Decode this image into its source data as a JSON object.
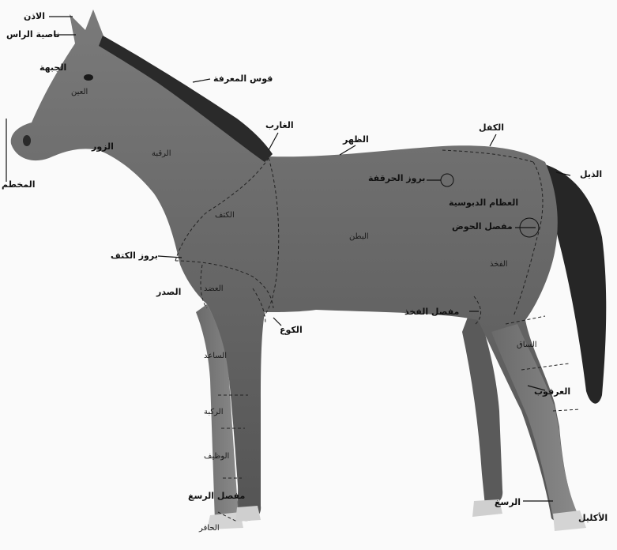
{
  "labels": {
    "ear": "الاذن",
    "forelock": "ناصية الراس",
    "forehead": "الجبهة",
    "eye": "العين",
    "crest": "قوس المعرفة",
    "cheek": "الزور",
    "neck": "الرقبة",
    "muzzle": "المخطم",
    "withers": "الغارب",
    "back": "الظهر",
    "croup": "الكفل",
    "tail": "الذيل",
    "hip_point": "بروز الحرقفة",
    "buttock": "العظام الدبوسية",
    "hip_joint": "مفصل الحوض",
    "shoulder": "الكتف",
    "shoulder_point": "بروز الكتف",
    "belly": "البطن",
    "thigh": "الفخذ",
    "arm": "العضد",
    "chest": "الصدر",
    "stifle": "مفصل الفخذ",
    "elbow": "الكوع",
    "gaskin": "الساق",
    "forearm": "الساعد",
    "hock": "العرقوب",
    "knee": "الركبة",
    "fetlock": "الوظيف",
    "pastern_joint": "مفصل الرسغ",
    "pastern": "الرسغ",
    "coronet": "الأكليل",
    "hoof": "الحافر"
  },
  "colors": {
    "body": "#6e6e6e",
    "body_dark": "#4a4a4a",
    "mane": "#2a2a2a",
    "tail": "#262626",
    "hoof": "#d4d4d4",
    "leader_line": "#111111",
    "boundary_line": "#222222"
  }
}
